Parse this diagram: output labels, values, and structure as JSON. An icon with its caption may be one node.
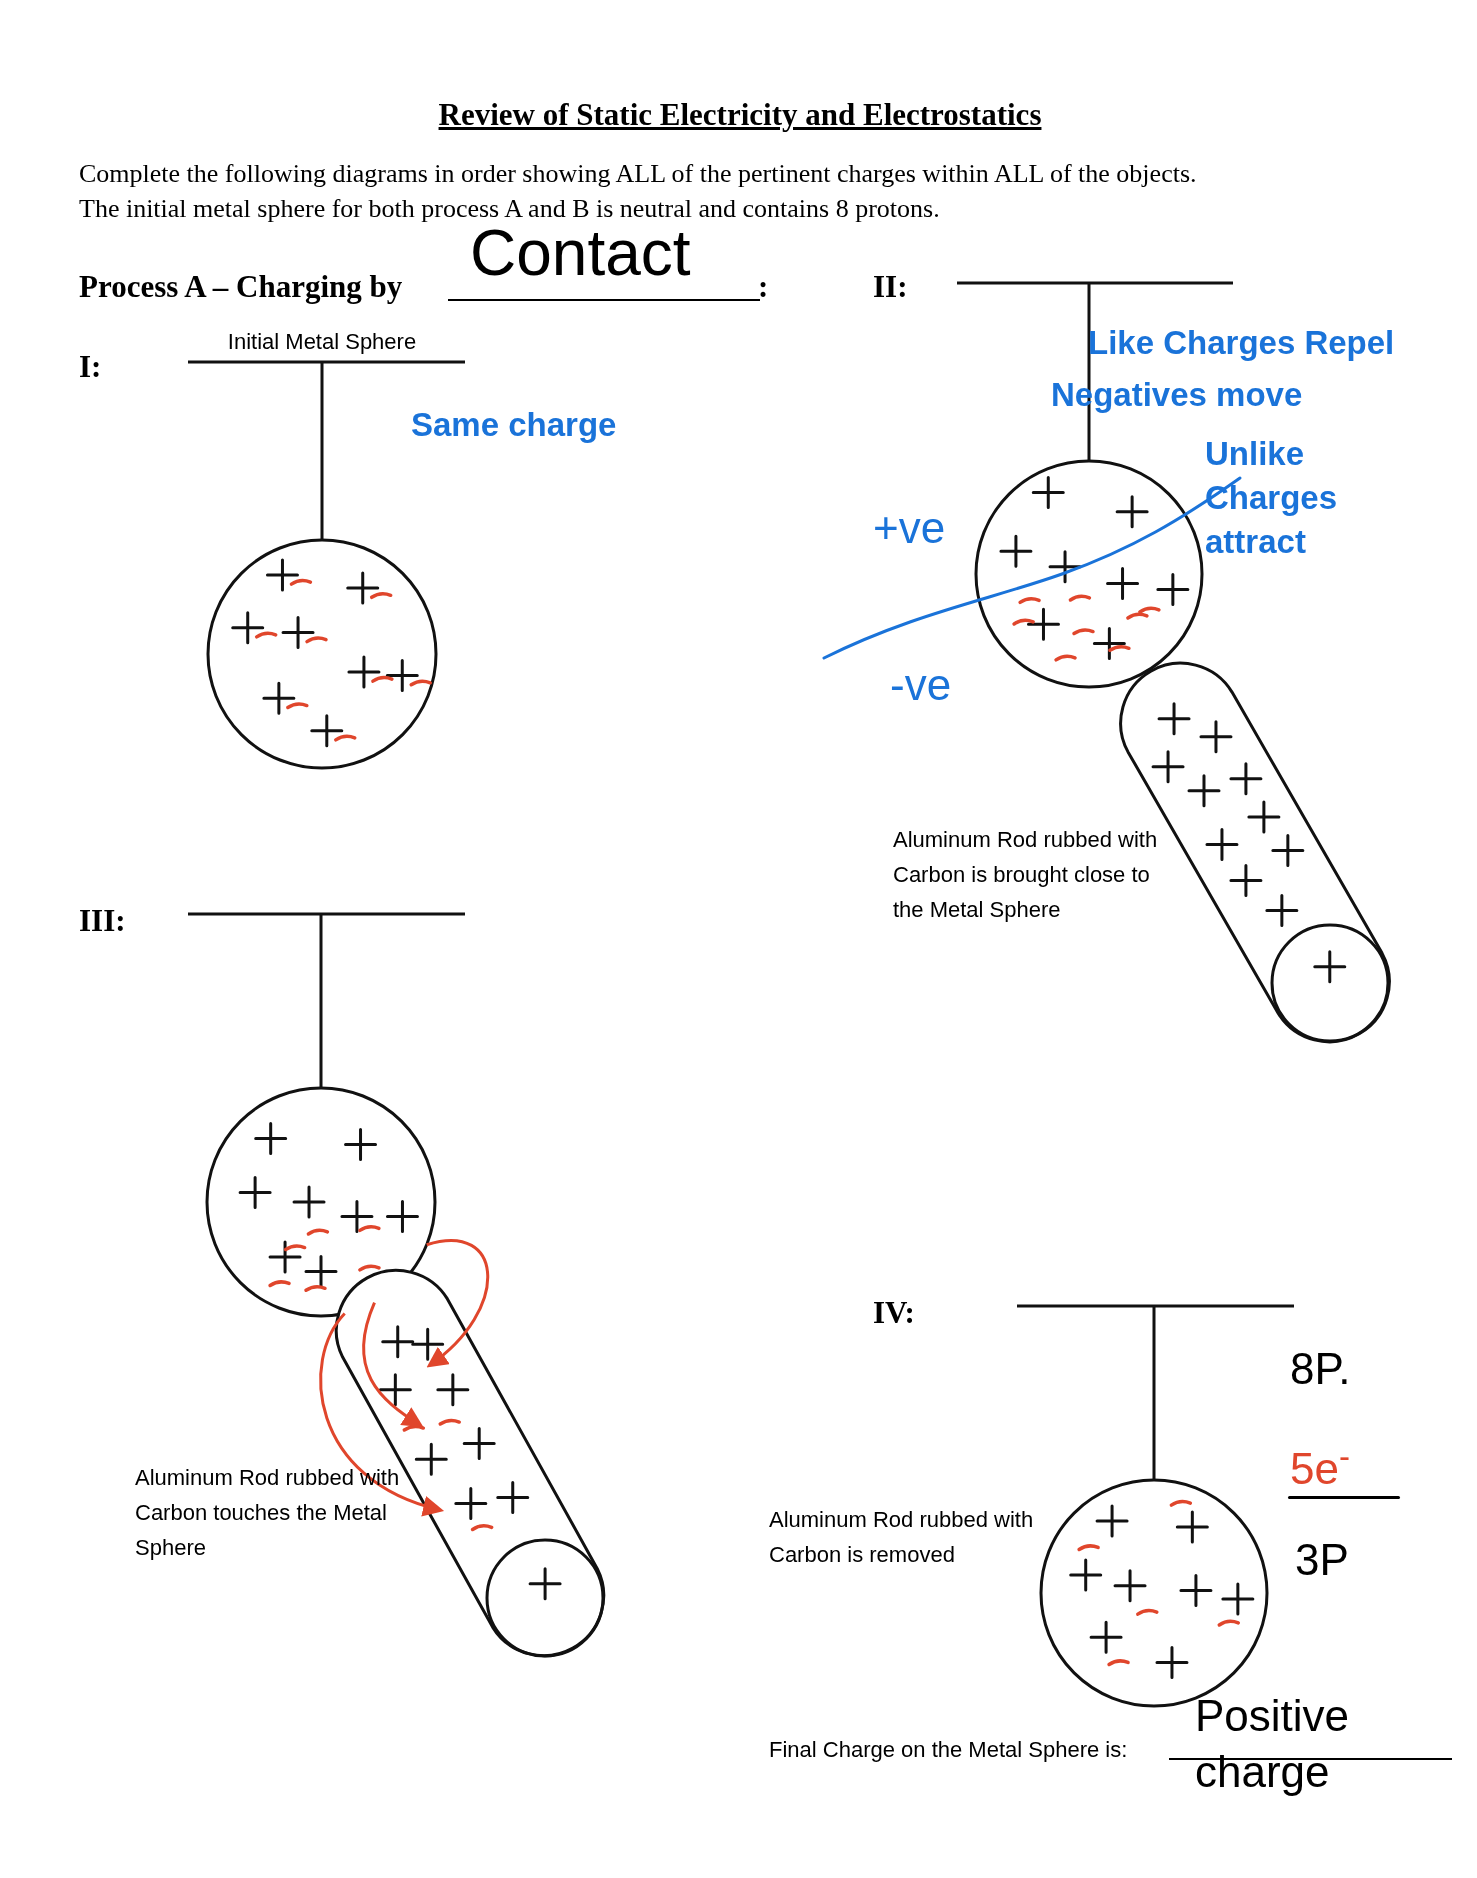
{
  "diagram": {
    "title": "Review of Static Electricity and Electrostatics",
    "nodes": [
      {
        "text": [],
        "shape": "circle"
      },
      {
        "text": [],
        "shape": "circle"
      },
      {
        "text": [],
        "shape": "bar"
      },
      {
        "text": [],
        "shape": "circle"
      },
      {
        "text": [],
        "shape": "bar"
      },
      {
        "text": [],
        "shape": "circle"
      }
    ],
    "edges": [
      {
        "from": 3,
        "to": 4,
        "arrow": "to",
        "color": "#e0462c"
      },
      {
        "from": 3,
        "to": 4,
        "arrow": "to",
        "color": "#e0462c"
      },
      {
        "from": 3,
        "to": 4,
        "arrow": "to",
        "color": "#e0462c"
      }
    ],
    "labels": [
      "Complete the following diagrams in order showing ALL of the pertinent charges within ALL of the objects.",
      "The initial metal sphere for both process A and B is neutral and contains 8 protons.",
      "Process A – Charging by",
      "Contact",
      ":",
      "II:",
      "I:",
      "Initial Metal Sphere",
      "Like Charges Repel",
      "Same charge",
      "Negatives move",
      "Unlike Charges attract",
      "+ve",
      "-ve",
      "Aluminum Rod rubbed with Carbon is brought close to the Metal Sphere",
      "III:",
      "8P.",
      "IV:",
      "5e$^{-}$",
      "Aluminum Rod rubbed with Carbon touches the Metal Sphere",
      "Aluminum Rod rubbed with Carbon is removed",
      "3P",
      "Final Charge on the Metal Sphere is:",
      "Positive charge"
    ]
  }
}
